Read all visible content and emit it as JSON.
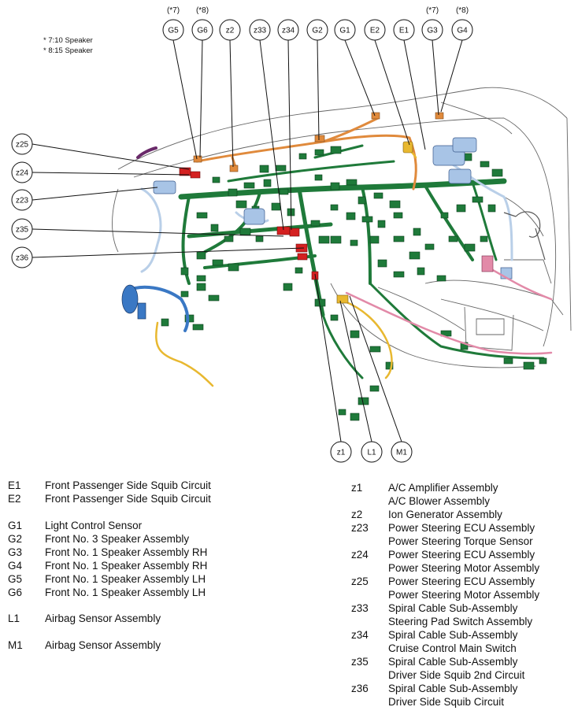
{
  "notes": [
    "* 7:10 Speaker",
    "* 8:15 Speaker"
  ],
  "callouts_top": [
    {
      "label": "G5",
      "note": "(*7)"
    },
    {
      "label": "G6",
      "note": "(*8)"
    },
    {
      "label": "z2",
      "note": ""
    },
    {
      "label": "z33",
      "note": ""
    },
    {
      "label": "z34",
      "note": ""
    },
    {
      "label": "G2",
      "note": ""
    },
    {
      "label": "G1",
      "note": ""
    },
    {
      "label": "E2",
      "note": ""
    },
    {
      "label": "E1",
      "note": ""
    },
    {
      "label": "G3",
      "note": "(*7)"
    },
    {
      "label": "G4",
      "note": "(*8)"
    }
  ],
  "callouts_left": [
    "z25",
    "z24",
    "z23",
    "z35",
    "z36"
  ],
  "callouts_bottom": [
    "z1",
    "L1",
    "M1"
  ],
  "legend_left": [
    {
      "group": [
        {
          "code": "E1",
          "name": "Front Passenger Side Squib Circuit"
        },
        {
          "code": "E2",
          "name": "Front Passenger Side Squib Circuit"
        }
      ]
    },
    {
      "group": [
        {
          "code": "G1",
          "name": "Light Control Sensor"
        },
        {
          "code": "G2",
          "name": "Front No. 3 Speaker Assembly"
        },
        {
          "code": "G3",
          "name": "Front No. 1 Speaker Assembly RH"
        },
        {
          "code": "G4",
          "name": "Front No. 1 Speaker Assembly RH"
        },
        {
          "code": "G5",
          "name": "Front No. 1 Speaker Assembly LH"
        },
        {
          "code": "G6",
          "name": "Front No. 1 Speaker Assembly LH"
        }
      ]
    },
    {
      "group": [
        {
          "code": "L1",
          "name": "Airbag Sensor Assembly"
        }
      ]
    },
    {
      "group": [
        {
          "code": "M1",
          "name": "Airbag Sensor Assembly"
        }
      ]
    }
  ],
  "legend_right": [
    {
      "code": "z1",
      "lines": [
        "A/C Amplifier Assembly",
        "A/C Blower Assembly"
      ]
    },
    {
      "code": "z2",
      "lines": [
        "Ion Generator Assembly"
      ]
    },
    {
      "code": "z23",
      "lines": [
        "Power Steering ECU Assembly",
        "Power Steering Torque Sensor"
      ]
    },
    {
      "code": "z24",
      "lines": [
        "Power Steering ECU Assembly",
        "Power Steering Motor Assembly"
      ]
    },
    {
      "code": "z25",
      "lines": [
        "Power Steering ECU Assembly",
        "Power Steering Motor Assembly"
      ]
    },
    {
      "code": "z33",
      "lines": [
        "Spiral Cable Sub-Assembly",
        "Steering Pad Switch Assembly"
      ]
    },
    {
      "code": "z34",
      "lines": [
        "Spiral Cable Sub-Assembly",
        "Cruise Control Main Switch"
      ]
    },
    {
      "code": "z35",
      "lines": [
        "Spiral Cable Sub-Assembly",
        "Driver Side Squib 2nd Circuit"
      ]
    },
    {
      "code": "z36",
      "lines": [
        "Spiral Cable Sub-Assembly",
        "Driver Side Squib Circuit"
      ]
    }
  ],
  "colors": {
    "harness_green": "#1f7a3a",
    "harness_orange": "#e08a3c",
    "harness_blue": "#3a78c4",
    "harness_yellow": "#e8b830",
    "harness_pink": "#e28aa8",
    "harness_red": "#d42020",
    "light_blue": "#b9cfe8"
  }
}
